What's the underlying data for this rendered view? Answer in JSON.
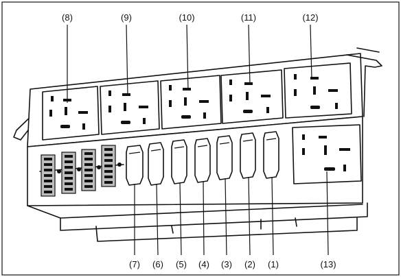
{
  "callouts": {
    "c1": "(1)",
    "c2": "(2)",
    "c3": "(3)",
    "c4": "(4)",
    "c5": "(5)",
    "c6": "(6)",
    "c7": "(7)",
    "c8": "(8)",
    "c9": "(9)",
    "c10": "(10)",
    "c11": "(11)",
    "c12": "(12)",
    "c13": "(13)"
  }
}
